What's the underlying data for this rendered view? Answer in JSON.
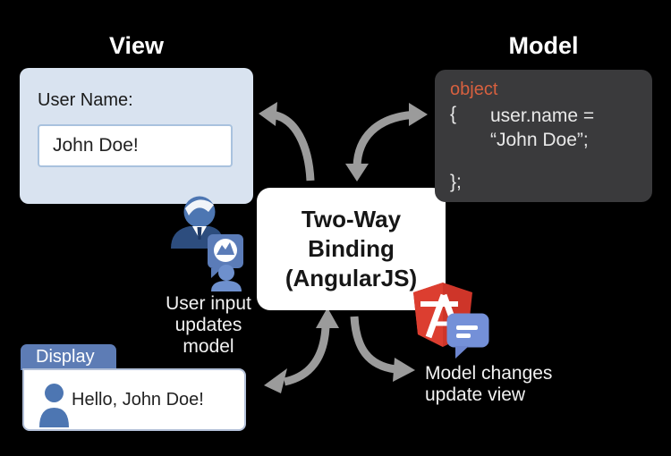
{
  "titles": {
    "view": "View",
    "model": "Model"
  },
  "view_panel": {
    "label": "User Name:",
    "input_value": "John Doe!"
  },
  "binding_box": {
    "line1": "Two-Way Binding",
    "line2": "(AngularJS)"
  },
  "model_panel": {
    "keyword": "object",
    "open_brace": "{",
    "assignment": "user.name =",
    "value_line": "“John Doe”;",
    "close_brace": "};"
  },
  "captions": {
    "user_input_lines": [
      "User input",
      "updates",
      "model"
    ],
    "model_changes_lines": [
      "Model changes",
      "update view"
    ]
  },
  "display_panel": {
    "tab_label": "Display",
    "message": "Hello, John Doe!"
  },
  "icons": {
    "user_group": "user-group-icon",
    "avatar_bubble": "avatar-chat-bubble-icon",
    "small_person": "person-icon",
    "display_person": "person-icon",
    "angular": "angularjs-shield-icon",
    "chat": "chat-message-icon"
  },
  "colors": {
    "background": "#000000",
    "heading_white": "#ffffff",
    "caption_white": "#f2f2f2",
    "panel_view_bg": "#d9e3f0",
    "panel_view_text": "#1b1b1b",
    "input_bg": "#ffffff",
    "input_border": "#a9c2de",
    "binding_bg": "#ffffff",
    "binding_text": "#161616",
    "model_bg": "#3a3a3c",
    "keyword_orange": "#d7603f",
    "code_text": "#e9e9e9",
    "tab_blue": "#5d7cb5",
    "display_border": "#b3c0d8",
    "person_blue": "#4d76b2",
    "person_light": "#6e90cd",
    "suit_navy": "#2d4d7e",
    "bubble_mid": "#5b7cb8",
    "angular_red": "#ce3529",
    "angular_red_light": "#dc3e30",
    "chat_blue": "#7490d8",
    "chat_blue_dark": "#6d86cf",
    "arrow_gray": "#9b9b9b"
  }
}
